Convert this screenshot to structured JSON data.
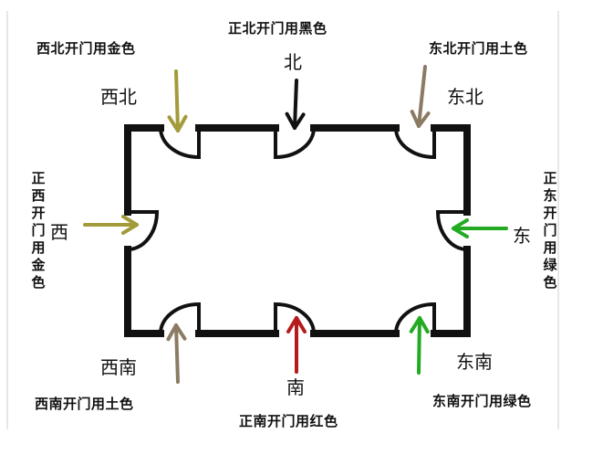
{
  "captions": {
    "north": "正北开门用黑色",
    "northwest": "西北开门用金色",
    "northeast": "东北开门用土色",
    "west": "正西开门用金色",
    "east": "正东开门用绿色",
    "southwest": "西南开门用土色",
    "south": "正南开门用红色",
    "southeast": "东南开门用绿色"
  },
  "directions": {
    "north": "北",
    "northwest": "西北",
    "northeast": "东北",
    "west": "西",
    "east": "东",
    "southwest": "西南",
    "south": "南",
    "southeast": "东南"
  },
  "arrow_colors": {
    "north": "#111111",
    "northwest": "#a39b3a",
    "northeast": "#8c7b64",
    "west": "#a39b3a",
    "east": "#22aa22",
    "southwest": "#8c7b64",
    "south": "#b51b1b",
    "southeast": "#22aa22"
  },
  "wall_color": "#111111"
}
